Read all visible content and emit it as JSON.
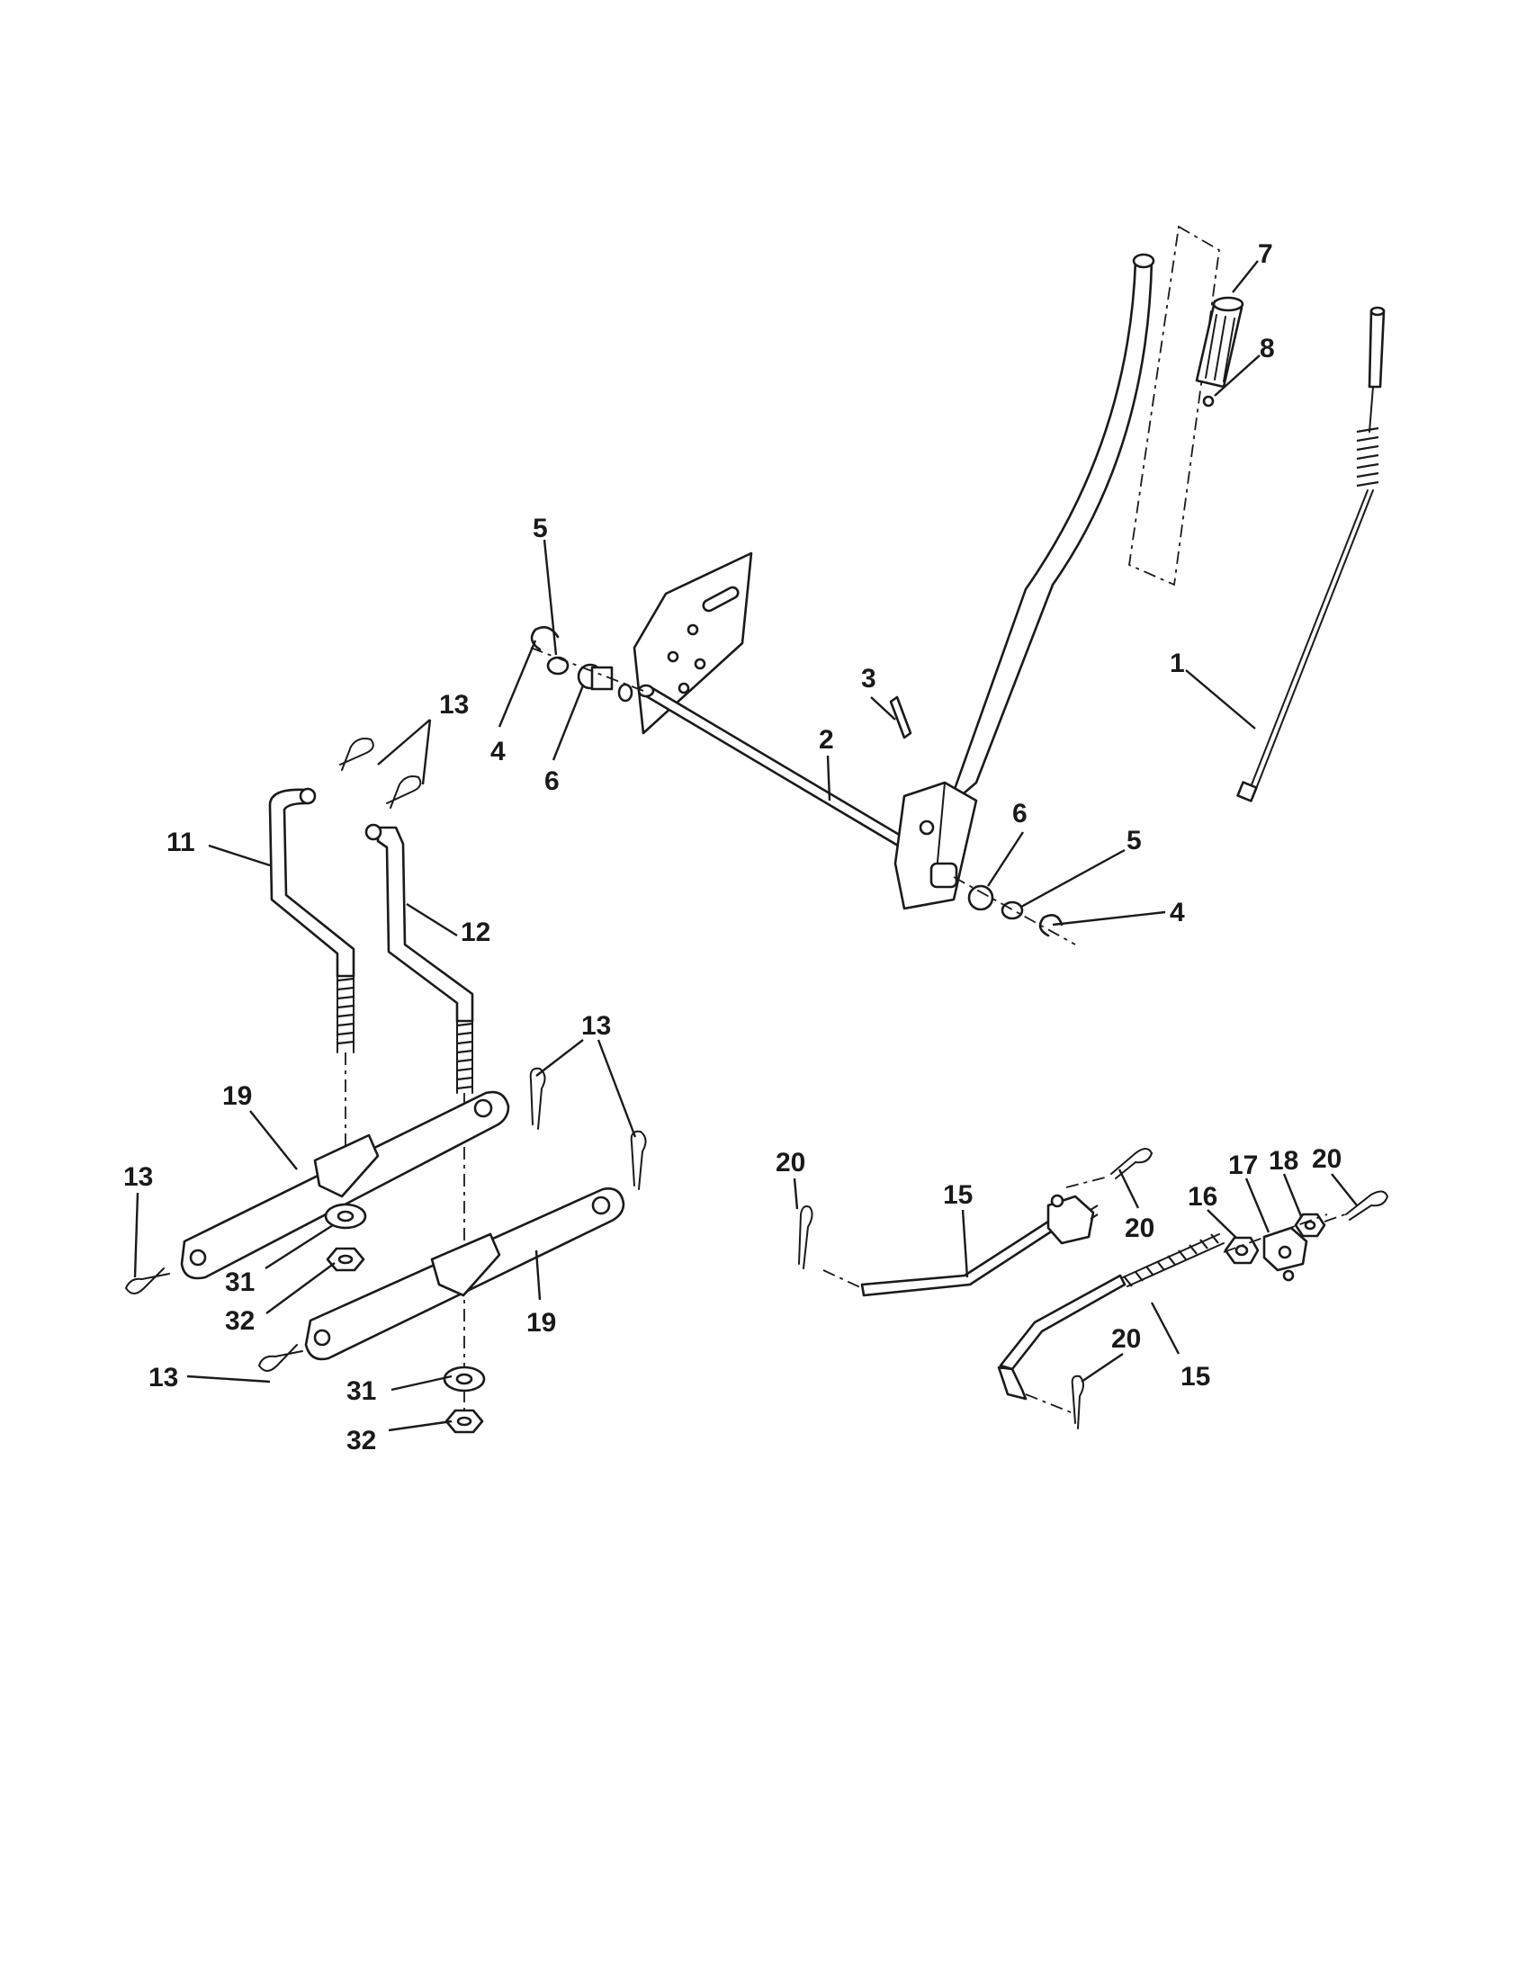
{
  "diagram": {
    "ink_color": "#1a1a1a",
    "background_color": "#ffffff",
    "callouts": {
      "c1": "1",
      "c2": "2",
      "c3": "3",
      "c4a": "4",
      "c4b": "4",
      "c5a": "5",
      "c5b": "5",
      "c6a": "6",
      "c6b": "6",
      "c7": "7",
      "c8": "8",
      "c11": "11",
      "c12": "12",
      "c13a": "13",
      "c13b": "13",
      "c13c": "13",
      "c13d": "13",
      "c15a": "15",
      "c15b": "15",
      "c16": "16",
      "c17": "17",
      "c18": "18",
      "c19a": "19",
      "c19b": "19",
      "c20a": "20",
      "c20b": "20",
      "c20c": "20",
      "c20d": "20",
      "c31a": "31",
      "c31b": "31",
      "c32a": "32",
      "c32b": "32"
    }
  }
}
